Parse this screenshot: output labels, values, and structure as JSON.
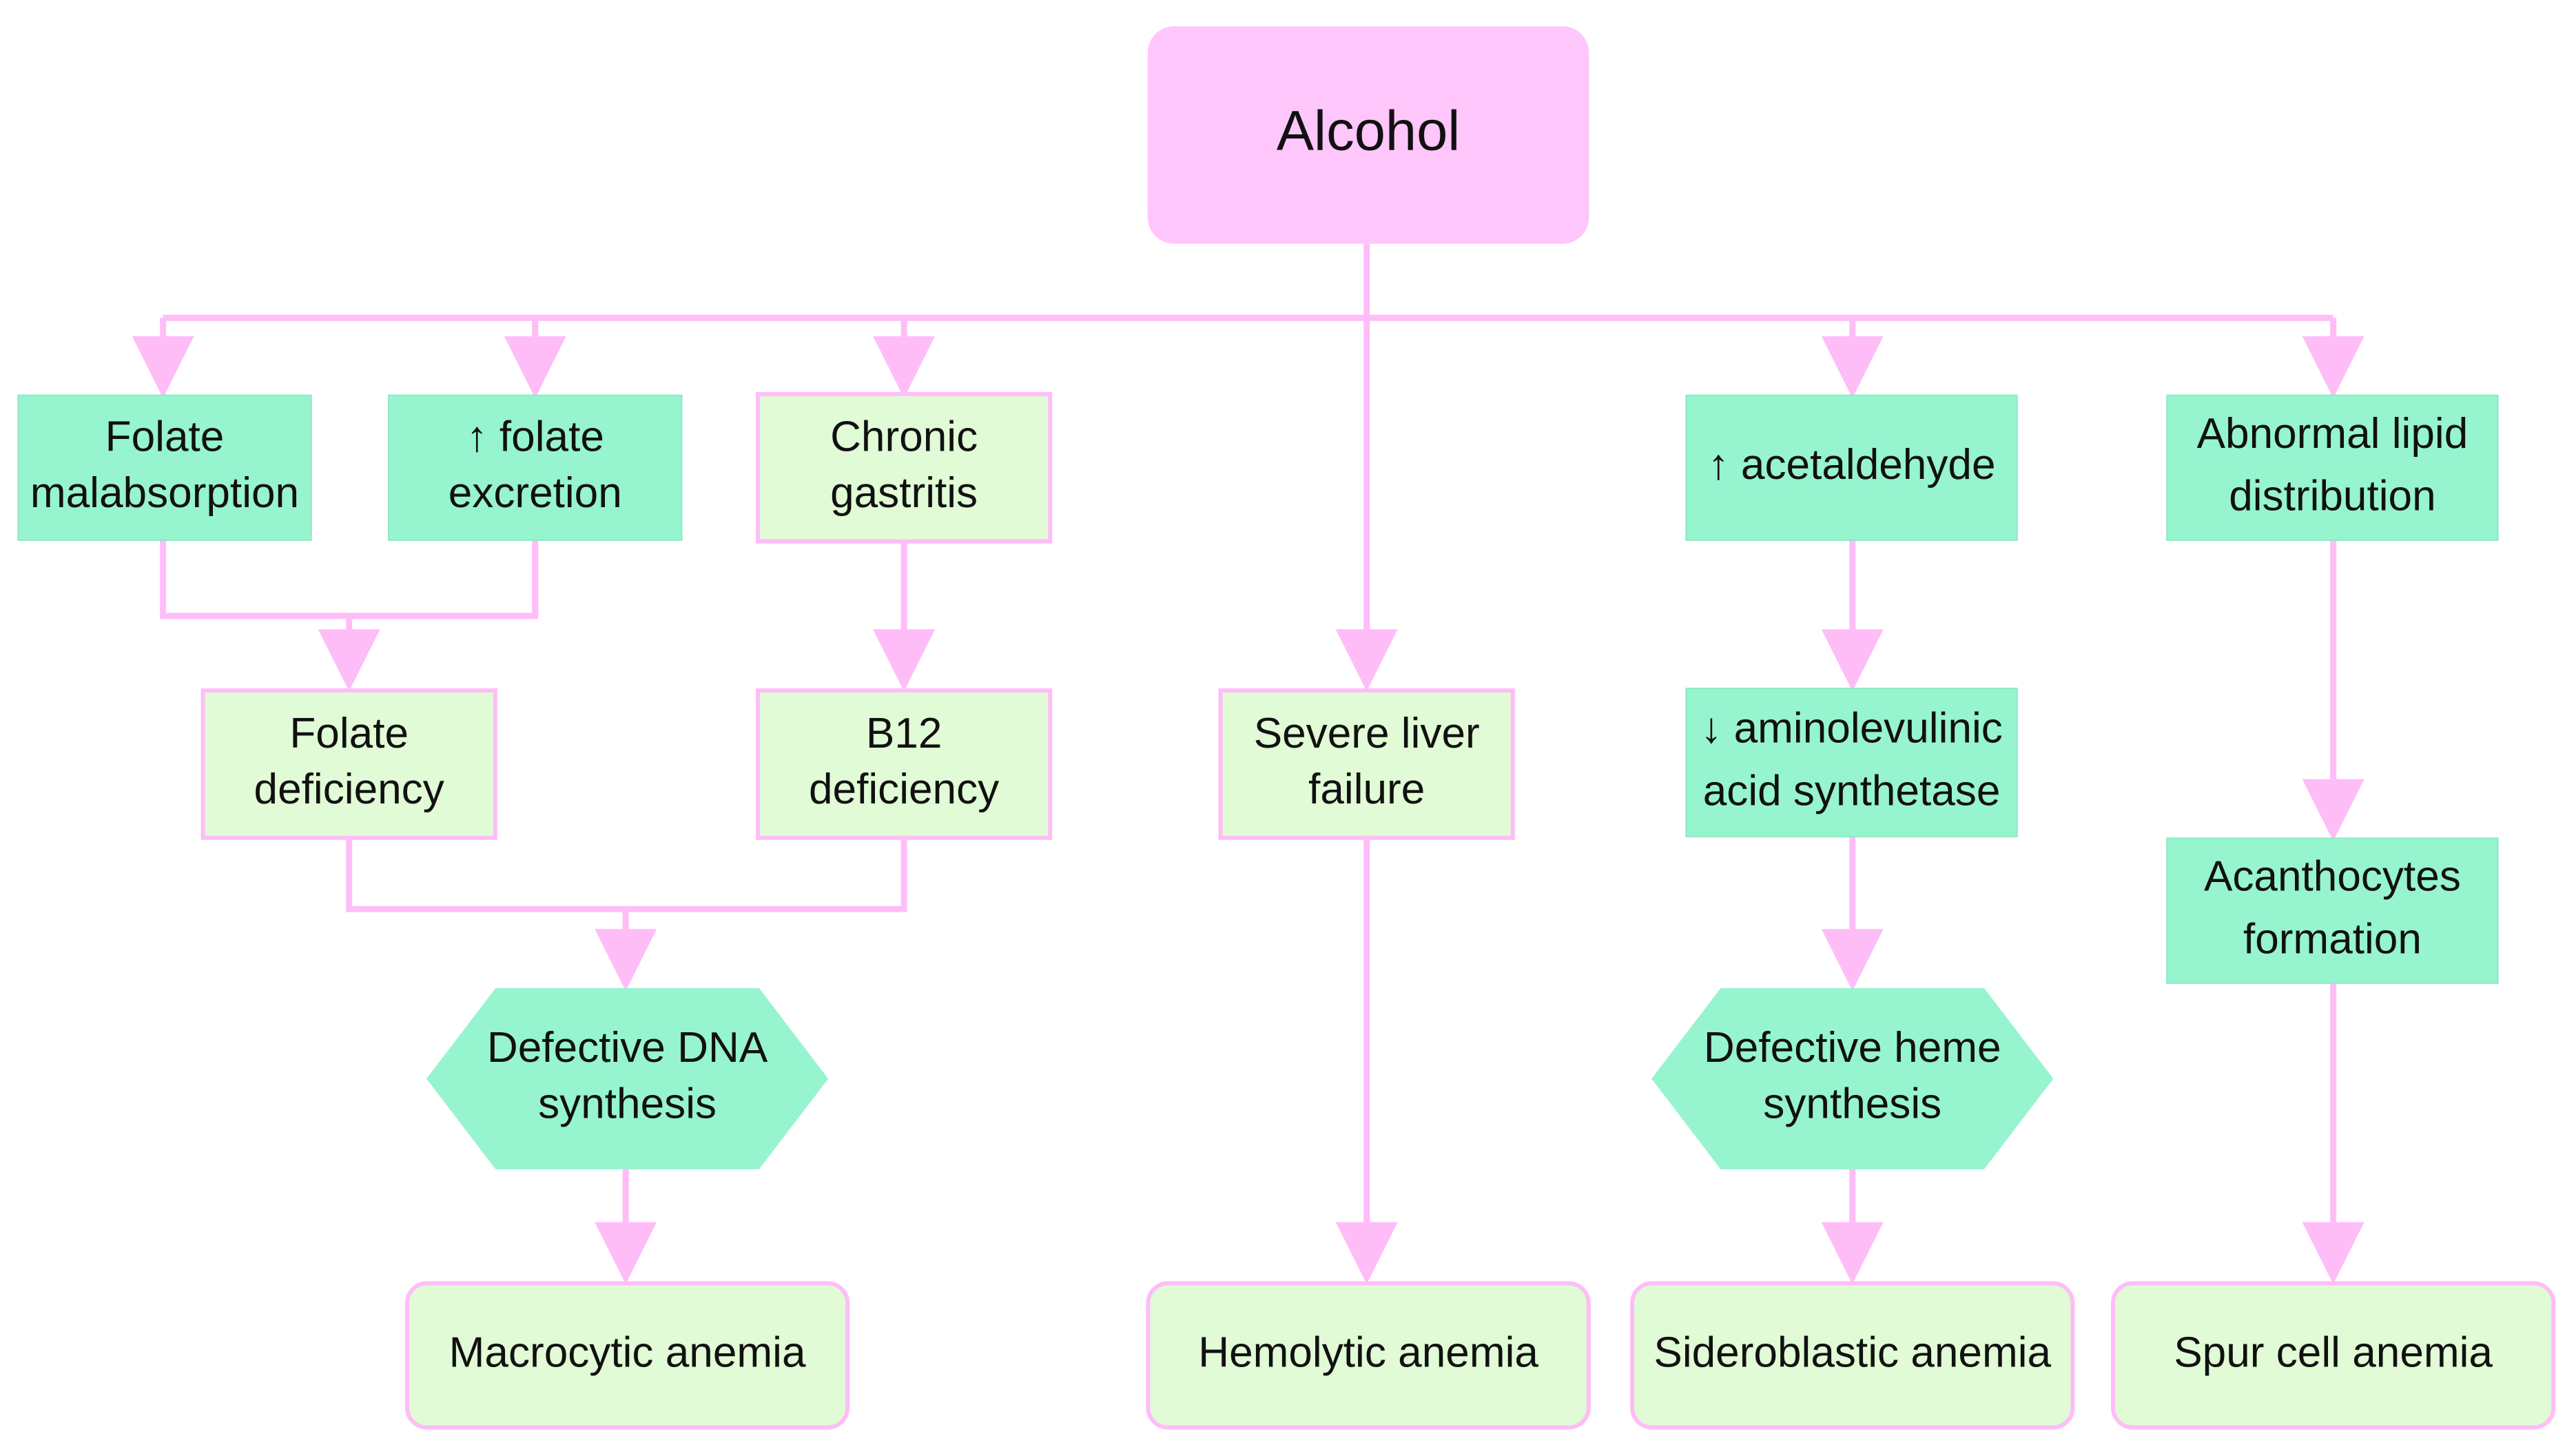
{
  "colors": {
    "connector": "#ffbdf8",
    "root_fill": "#ffc6fb",
    "green_fill": "#96f4cf",
    "pale_fill": "#e0fbd5",
    "pink_border": "#ffbdf8",
    "text": "#111111"
  },
  "nodes": {
    "alcohol": {
      "lines": [
        "Alcohol"
      ]
    },
    "folate_malabsorption": {
      "lines": [
        "Folate",
        "malabsorption"
      ]
    },
    "folate_excretion": {
      "lines": [
        "↑ folate",
        "excretion"
      ]
    },
    "chronic_gastritis": {
      "lines": [
        "Chronic",
        "gastritis"
      ]
    },
    "acetaldehyde": {
      "lines": [
        "↑ acetaldehyde"
      ]
    },
    "abnormal_lipid": {
      "lines": [
        "Abnormal lipid",
        "distribution"
      ]
    },
    "folate_deficiency": {
      "lines": [
        "Folate",
        "deficiency"
      ]
    },
    "b12_deficiency": {
      "lines": [
        "B12",
        "deficiency"
      ]
    },
    "severe_liver_failure": {
      "lines": [
        "Severe liver",
        "failure"
      ]
    },
    "ala_synthetase": {
      "lines": [
        "↓ aminolevulinic",
        "acid synthetase"
      ]
    },
    "acanthocytes": {
      "lines": [
        "Acanthocytes",
        "formation"
      ]
    },
    "defective_dna": {
      "lines": [
        "Defective DNA",
        "synthesis"
      ]
    },
    "defective_heme": {
      "lines": [
        "Defective heme",
        "synthesis"
      ]
    },
    "macrocytic_anemia": {
      "lines": [
        "Macrocytic anemia"
      ]
    },
    "hemolytic_anemia": {
      "lines": [
        "Hemolytic anemia"
      ]
    },
    "sideroblastic_anemia": {
      "lines": [
        "Sideroblastic anemia"
      ]
    },
    "spur_cell_anemia": {
      "lines": [
        "Spur cell anemia"
      ]
    }
  }
}
